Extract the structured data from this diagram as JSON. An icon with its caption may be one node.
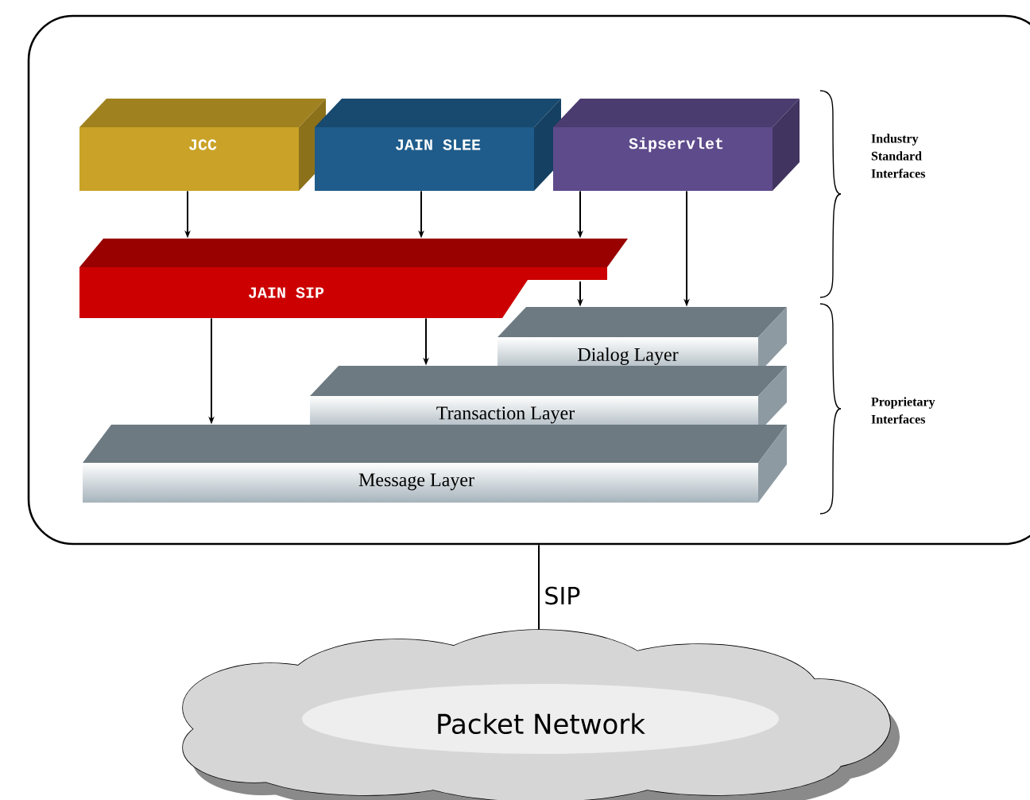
{
  "diagram": {
    "nodes": [
      {
        "text": [],
        "shape": "box"
      },
      {
        "text": [
          "JCC"
        ],
        "in": 0
      },
      {
        "text": [
          "JAIN SLEE"
        ],
        "in": 0
      },
      {
        "text": [
          "Sipservlet"
        ],
        "in": 0
      },
      {
        "text": [
          "JAIN SIP"
        ],
        "in": 0
      },
      {
        "text": [
          "Dialog Layer"
        ],
        "in": 0
      },
      {
        "text": [
          "Transaction Layer"
        ],
        "in": 0
      },
      {
        "text": [
          "Message Layer"
        ],
        "in": 0
      },
      {
        "text": [
          "Packet Network"
        ]
      }
    ],
    "edges": [
      {
        "from": 1,
        "to": 4,
        "arrow": "to"
      },
      {
        "from": 2,
        "to": 4,
        "arrow": "to"
      },
      {
        "from": 3,
        "to": 4,
        "arrow": "to"
      },
      {
        "from": 4,
        "to": 5,
        "arrow": "to"
      },
      {
        "from": 3,
        "to": 5,
        "arrow": "to"
      },
      {
        "from": 4,
        "to": 6,
        "arrow": "to"
      },
      {
        "from": 4,
        "to": 7,
        "arrow": "to"
      },
      {
        "from": 0,
        "to": 8,
        "arrow": "none",
        "label": "SIP"
      }
    ],
    "labels": [
      "Industry Standard Interfaces",
      "Proprietary Interfaces"
    ]
  }
}
